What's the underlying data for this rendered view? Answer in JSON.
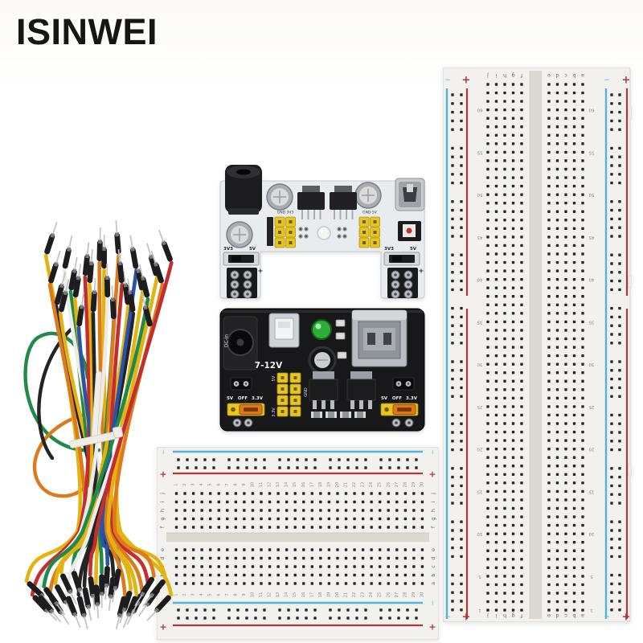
{
  "logo": {
    "text": "ISINWEI",
    "color": "#161616"
  },
  "wires": {
    "palette": {
      "yellow": "#e2b312",
      "orange": "#dd7a1c",
      "green": "#1f8a4a",
      "red": "#c22d2d",
      "blue": "#2a52a8",
      "black": "#242424",
      "white": "#ebebe8",
      "gray": "#9a9a9a"
    },
    "sequence": [
      "yellow",
      "black",
      "orange",
      "yellow",
      "green",
      "white",
      "yellow",
      "red",
      "blue",
      "yellow",
      "orange",
      "black",
      "yellow",
      "green",
      "white",
      "orange",
      "yellow",
      "red",
      "black",
      "yellow",
      "blue",
      "green",
      "yellow",
      "white",
      "orange",
      "red"
    ],
    "tie_color": "#efede5",
    "tip_color": "#1d1d1f",
    "pin_color": "#c2c2c2"
  },
  "white_module": {
    "board_color": "#e9ecef",
    "labels": {
      "gnd_3v3": "GND 3V3",
      "gnd_5v": "GND 5V",
      "v33": "3V3",
      "v5": "5V",
      "plus": "+"
    }
  },
  "black_module": {
    "board_color": "#18181a",
    "labels": {
      "dc_in": "DC-in",
      "input_range": "7-12V",
      "v5": "5V",
      "off": "OFF",
      "v33": "3.3V",
      "gnd": "GND"
    }
  },
  "small_breadboard": {
    "board_color": "#f3f1ed",
    "dot_color": "#28282c",
    "rail_red": "#b03636",
    "rail_blue": "#4fb6da",
    "plus": "+",
    "minus": "−",
    "column_numbers": [
      "1",
      "2",
      "3",
      "4",
      "5",
      "6",
      "7",
      "8",
      "9",
      "10",
      "11",
      "12",
      "13",
      "14",
      "15",
      "16",
      "17",
      "18",
      "19",
      "20",
      "21",
      "22",
      "23",
      "24",
      "25",
      "26",
      "27",
      "28",
      "29",
      "30"
    ],
    "row_letters_top": [
      "j",
      "i",
      "h",
      "g",
      "f"
    ],
    "row_letters_bottom": [
      "e",
      "d",
      "c",
      "b",
      "a"
    ]
  },
  "large_breadboard": {
    "board_color": "#f3f1ed",
    "dot_color": "#28282c",
    "rail_red": "#b03636",
    "rail_blue": "#4fb6da",
    "plus": "+",
    "minus": "−",
    "row_numbers": [
      "1",
      "5",
      "10",
      "15",
      "20",
      "25",
      "30",
      "35",
      "40",
      "45",
      "50",
      "55",
      "60"
    ],
    "column_letters_left": [
      "j",
      "i",
      "h",
      "g",
      "f"
    ],
    "column_letters_right": [
      "e",
      "d",
      "c",
      "b",
      "a"
    ]
  }
}
